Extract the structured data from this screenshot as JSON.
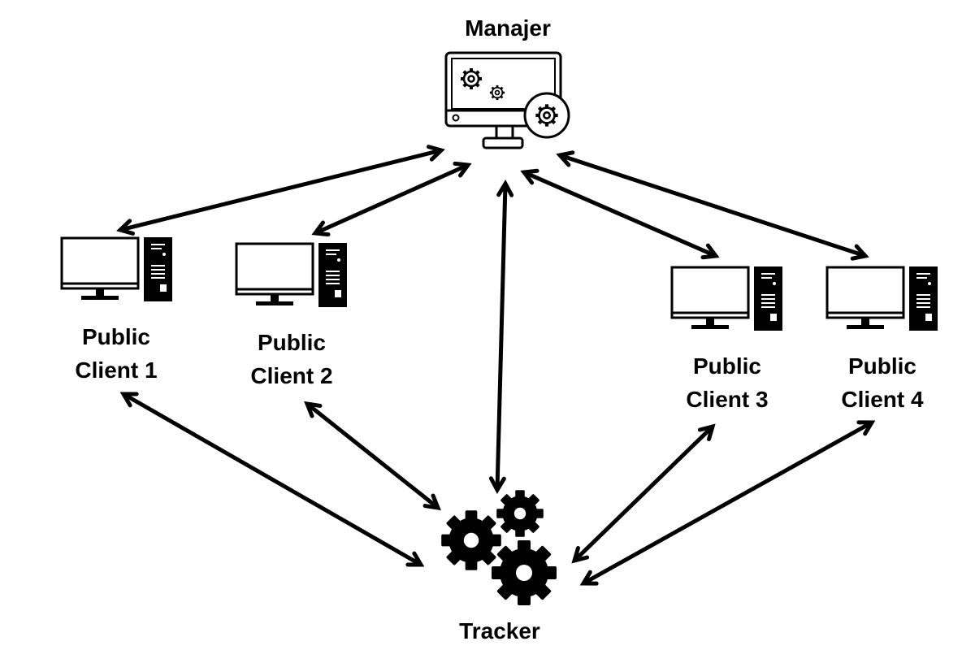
{
  "diagram": {
    "manager": {
      "label": "Manajer",
      "icon": "monitor-gears-icon"
    },
    "tracker": {
      "label": "Tracker",
      "icon": "gears-icon"
    },
    "clients": [
      {
        "line1": "Public",
        "line2": "Client 1",
        "icon": "desktop-computer-icon"
      },
      {
        "line1": "Public",
        "line2": "Client 2",
        "icon": "desktop-computer-icon"
      },
      {
        "line1": "Public",
        "line2": "Client 3",
        "icon": "desktop-computer-icon"
      },
      {
        "line1": "Public",
        "line2": "Client 4",
        "icon": "desktop-computer-icon"
      }
    ],
    "connections": [
      {
        "from": "Manajer",
        "to": "Public Client 1",
        "type": "bidirectional"
      },
      {
        "from": "Manajer",
        "to": "Public Client 2",
        "type": "bidirectional"
      },
      {
        "from": "Manajer",
        "to": "Public Client 3",
        "type": "bidirectional"
      },
      {
        "from": "Manajer",
        "to": "Public Client 4",
        "type": "bidirectional"
      },
      {
        "from": "Manajer",
        "to": "Tracker",
        "type": "bidirectional"
      },
      {
        "from": "Tracker",
        "to": "Public Client 1",
        "type": "bidirectional"
      },
      {
        "from": "Tracker",
        "to": "Public Client 2",
        "type": "bidirectional"
      },
      {
        "from": "Tracker",
        "to": "Public Client 3",
        "type": "bidirectional"
      },
      {
        "from": "Tracker",
        "to": "Public Client 4",
        "type": "bidirectional"
      }
    ],
    "colors": {
      "stroke": "#000000",
      "background": "#ffffff"
    }
  }
}
